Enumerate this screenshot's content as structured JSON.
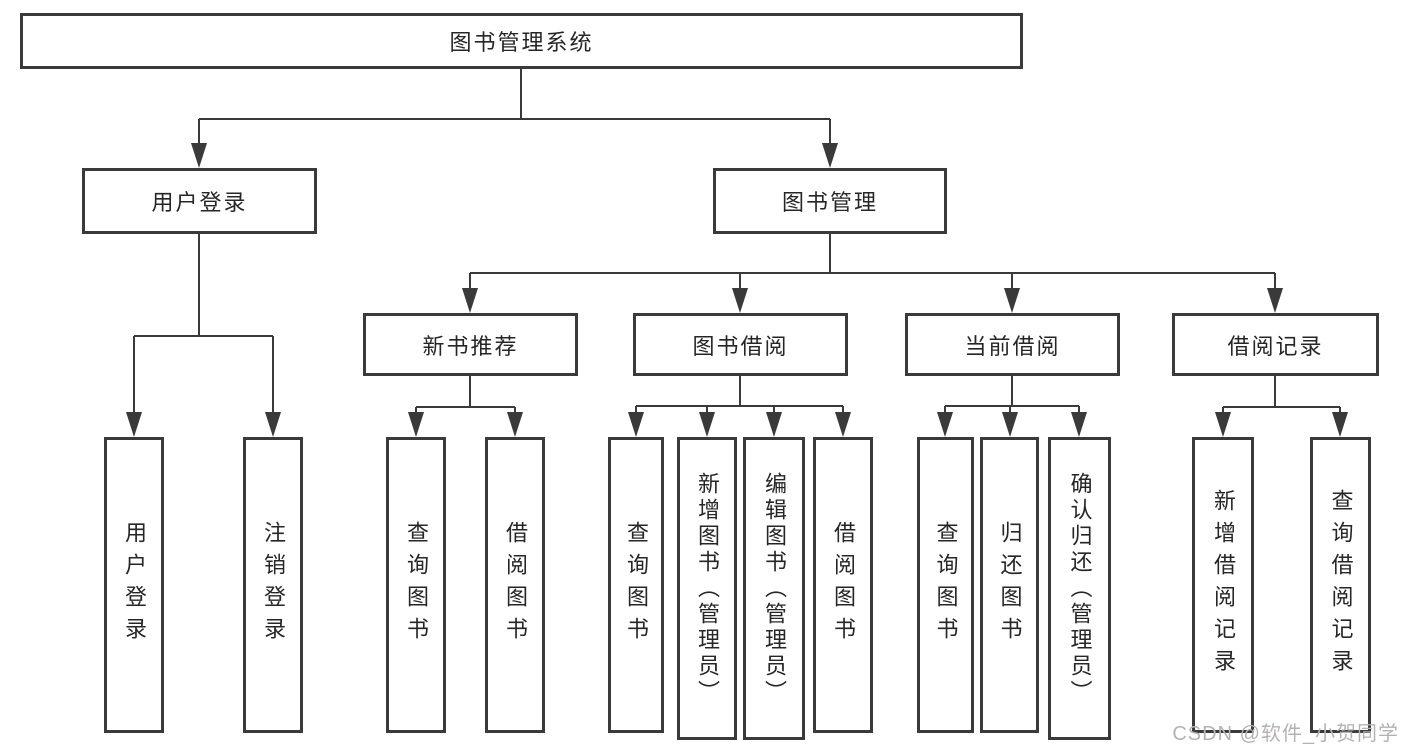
{
  "diagram": {
    "title": "图书管理系统",
    "nodes": {
      "root": {
        "label": "图书管理系统"
      },
      "level2": [
        {
          "label": "用户登录"
        },
        {
          "label": "图书管理"
        }
      ],
      "level3": [
        {
          "label": "新书推荐"
        },
        {
          "label": "图书借阅"
        },
        {
          "label": "当前借阅"
        },
        {
          "label": "借阅记录"
        }
      ],
      "leaves": [
        {
          "label": "用户登录"
        },
        {
          "label": "注销登录"
        },
        {
          "label": "查询图书"
        },
        {
          "label": "借阅图书"
        },
        {
          "label": "查询图书"
        },
        {
          "label": "新增图书（管理员）"
        },
        {
          "label": "编辑图书（管理员）"
        },
        {
          "label": "借阅图书"
        },
        {
          "label": "查询图书"
        },
        {
          "label": "归还图书"
        },
        {
          "label": "确认归还（管理员）"
        },
        {
          "label": "新增借阅记录"
        },
        {
          "label": "查询借阅记录"
        }
      ]
    },
    "colors": {
      "line": "#3a3a3a",
      "border": "#3a3a3a",
      "text": "#262626",
      "background": "#ffffff",
      "watermark": "#b5b2b2"
    },
    "watermark": {
      "text": "CSDN @软件_小贺同学"
    }
  }
}
